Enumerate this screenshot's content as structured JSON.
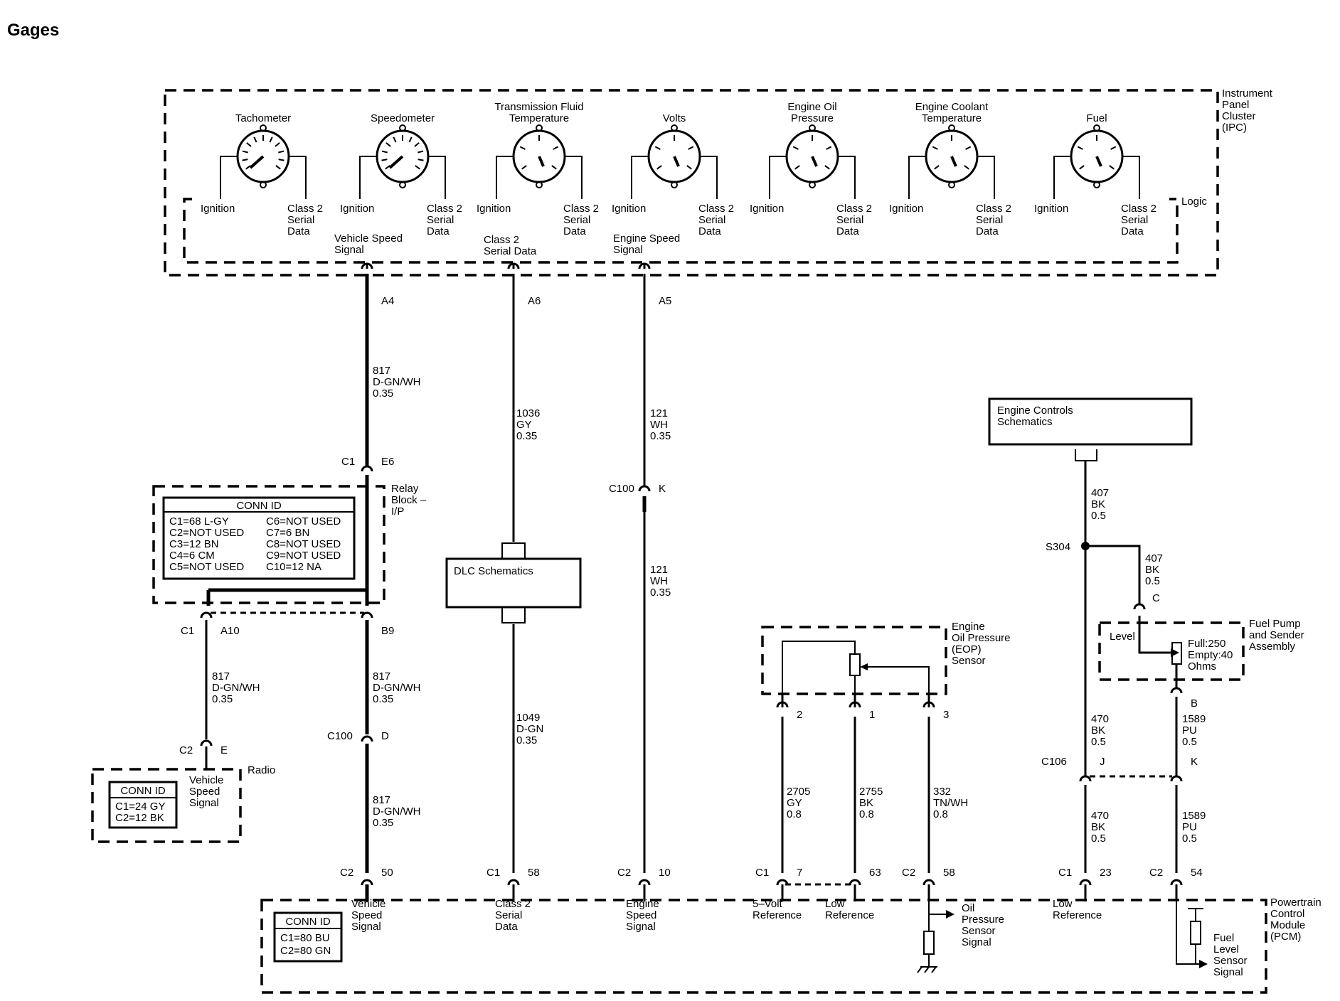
{
  "page": {
    "title": "Gages"
  },
  "ipc": {
    "name": "Instrument Panel Cluster (IPC)",
    "name_lines": [
      "Instrument",
      "Panel",
      "Cluster",
      "(IPC)"
    ],
    "logic_label": "Logic",
    "gauges": [
      {
        "label": [
          "Tachometer"
        ],
        "left_pin": "Ignition",
        "right_pin": [
          "Class 2",
          "Serial",
          "Data"
        ]
      },
      {
        "label": [
          "Speedometer"
        ],
        "left_pin": "Ignition",
        "right_pin": [
          "Class 2",
          "Serial",
          "Data"
        ]
      },
      {
        "label": [
          "Transmission Fluid",
          "Temperature"
        ],
        "left_pin": "Ignition",
        "right_pin": [
          "Class 2",
          "Serial",
          "Data"
        ]
      },
      {
        "label": [
          "Volts"
        ],
        "left_pin": "Ignition",
        "right_pin": [
          "Class 2",
          "Serial",
          "Data"
        ]
      },
      {
        "label": [
          "Engine Oil",
          "Pressure"
        ],
        "left_pin": "Ignition",
        "right_pin": [
          "Class 2",
          "Serial",
          "Data"
        ]
      },
      {
        "label": [
          "Engine Coolant",
          "Temperature"
        ],
        "left_pin": "Ignition",
        "right_pin": [
          "Class 2",
          "Serial",
          "Data"
        ]
      },
      {
        "label": [
          "Fuel"
        ],
        "left_pin": "Ignition",
        "right_pin": [
          "Class 2",
          "Serial",
          "Data"
        ]
      }
    ],
    "outputs": [
      {
        "signal": [
          "Vehicle Speed",
          "Signal"
        ],
        "pin": "A4"
      },
      {
        "signal": [
          "Class 2",
          "Serial Data"
        ],
        "pin": "A6"
      },
      {
        "signal": [
          "Engine Speed",
          "Signal"
        ],
        "pin": "A5"
      }
    ]
  },
  "wires": {
    "vss_ipc": {
      "circuit": "817",
      "color": "D-GN/WH",
      "size": "0.35"
    },
    "vss_radio": {
      "circuit": "817",
      "color": "D-GN/WH",
      "size": "0.35"
    },
    "vss_relay": {
      "circuit": "817",
      "color": "D-GN/WH",
      "size": "0.35"
    },
    "vss_pcm": {
      "circuit": "817",
      "color": "D-GN/WH",
      "size": "0.35"
    },
    "class2_ipc": {
      "circuit": "1036",
      "color": "GY",
      "size": "0.35"
    },
    "class2_pcm": {
      "circuit": "1049",
      "color": "D-GN",
      "size": "0.35"
    },
    "ess_upper": {
      "circuit": "121",
      "color": "WH",
      "size": "0.35"
    },
    "ess_lower": {
      "circuit": "121",
      "color": "WH",
      "size": "0.35"
    },
    "eop_ref": {
      "circuit": "2705",
      "color": "GY",
      "size": "0.8"
    },
    "eop_low": {
      "circuit": "2755",
      "color": "BK",
      "size": "0.8"
    },
    "eop_sig": {
      "circuit": "332",
      "color": "TN/WH",
      "size": "0.8"
    },
    "ground_top": {
      "circuit": "407",
      "color": "BK",
      "size": "0.5"
    },
    "ground_branch": {
      "circuit": "407",
      "color": "BK",
      "size": "0.5"
    },
    "ground_mid": {
      "circuit": "470",
      "color": "BK",
      "size": "0.5"
    },
    "ground_low": {
      "circuit": "470",
      "color": "BK",
      "size": "0.5"
    },
    "fuel_mid": {
      "circuit": "1589",
      "color": "PU",
      "size": "0.5"
    },
    "fuel_low": {
      "circuit": "1589",
      "color": "PU",
      "size": "0.5"
    }
  },
  "connectors": {
    "relay_c1": "C1",
    "relay_e6": "E6",
    "relay_c1b": "C1",
    "relay_a10": "A10",
    "relay_b9": "B9",
    "c100_d": {
      "id": "C100",
      "pin": "D"
    },
    "c100_k": {
      "id": "C100",
      "pin": "K"
    },
    "radio_c2": {
      "id": "C2",
      "pin": "E"
    },
    "pcm_vss": {
      "id": "C2",
      "pin": "50"
    },
    "pcm_class2": {
      "id": "C1",
      "pin": "58"
    },
    "pcm_ess": {
      "id": "C2",
      "pin": "10"
    },
    "pcm_ref": {
      "id": "C1",
      "pin": "7"
    },
    "pcm_low": "63",
    "pcm_sig": {
      "id": "C2",
      "pin": "58"
    },
    "pcm_lowref": {
      "id": "C1",
      "pin": "23"
    },
    "pcm_fuel": {
      "id": "C2",
      "pin": "54"
    },
    "eop_pins": [
      "2",
      "1",
      "3"
    ],
    "c106": {
      "id": "C106",
      "pin_j": "J",
      "pin_k": "K"
    },
    "fuel_pins": {
      "top": "C",
      "bottom": "B"
    },
    "splice": "S304"
  },
  "relay_block": {
    "name": [
      "Relay",
      "Block –",
      "I/P"
    ],
    "conn_id_title": "CONN ID",
    "conn_ids": [
      "C1=68 L-GY",
      "C2=NOT USED",
      "C3=12 BN",
      "C4=6 CM",
      "C5=NOT USED",
      "C6=NOT USED",
      "C7=6 BN",
      "C8=NOT USED",
      "C9=NOT USED",
      "C10=12 NA"
    ]
  },
  "radio": {
    "name": "Radio",
    "signal": [
      "Vehicle",
      "Speed",
      "Signal"
    ],
    "conn_id_title": "CONN ID",
    "conn_ids": [
      "C1=24 GY",
      "C2=12 BK"
    ]
  },
  "dlc": {
    "label": "DLC Schematics"
  },
  "engine_controls": {
    "label": [
      "Engine Controls",
      "Schematics"
    ]
  },
  "eop_sensor": {
    "name": [
      "Engine",
      "Oil Pressure",
      "(EOP)",
      "Sensor"
    ]
  },
  "fuel_pump": {
    "name": [
      "Fuel Pump",
      "and Sender",
      "Assembly"
    ],
    "level_label": "Level",
    "specs": [
      "Full:250",
      "Empty:40",
      "Ohms"
    ]
  },
  "pcm": {
    "name": [
      "Powertrain",
      "Control",
      "Module",
      "(PCM)"
    ],
    "conn_id_title": "CONN ID",
    "conn_ids": [
      "C1=80 BU",
      "C2=80 GN"
    ],
    "pins": [
      [
        "Vehicle",
        "Speed",
        "Signal"
      ],
      [
        "Class 2",
        "Serial",
        "Data"
      ],
      [
        "Engine",
        "Speed",
        "Signal"
      ],
      [
        "5–Volt",
        "Reference"
      ],
      [
        "Low",
        "Reference"
      ],
      [
        "Oil",
        "Pressure",
        "Sensor",
        "Signal"
      ],
      [
        "Low",
        "Reference"
      ],
      [
        "Fuel",
        "Level",
        "Sensor",
        "Signal"
      ]
    ]
  }
}
